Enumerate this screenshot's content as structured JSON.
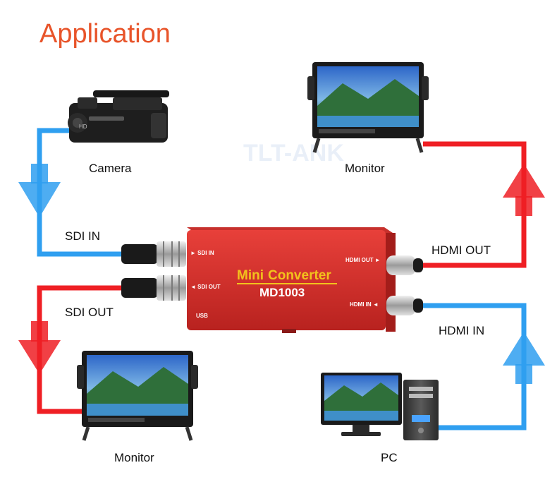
{
  "title": "Application",
  "watermark": "TLT-ANK",
  "labels": {
    "camera": "Camera",
    "monitor_top": "Monitor",
    "monitor_bottom": "Monitor",
    "pc": "PC",
    "sdi_in": "SDI IN",
    "sdi_out": "SDI OUT",
    "hdmi_out": "HDMI OUT",
    "hdmi_in": "HDMI IN"
  },
  "device": {
    "brand_word_1": "Mini",
    "brand_word_2": "Converter",
    "model": "MD1003",
    "port_sdi_in": "► SDI IN",
    "port_sdi_out": "◄ SDI OUT",
    "port_usb": "USB",
    "port_hdmi_out": "HDMI OUT ►",
    "port_hdmi_in": "HDMI IN ◄"
  },
  "colors": {
    "title": "#e8542a",
    "input_line": "#2f9ff0",
    "output_line": "#ef1f24",
    "device_body": "#d9302c",
    "brand_yellow": "#f2c21c"
  }
}
